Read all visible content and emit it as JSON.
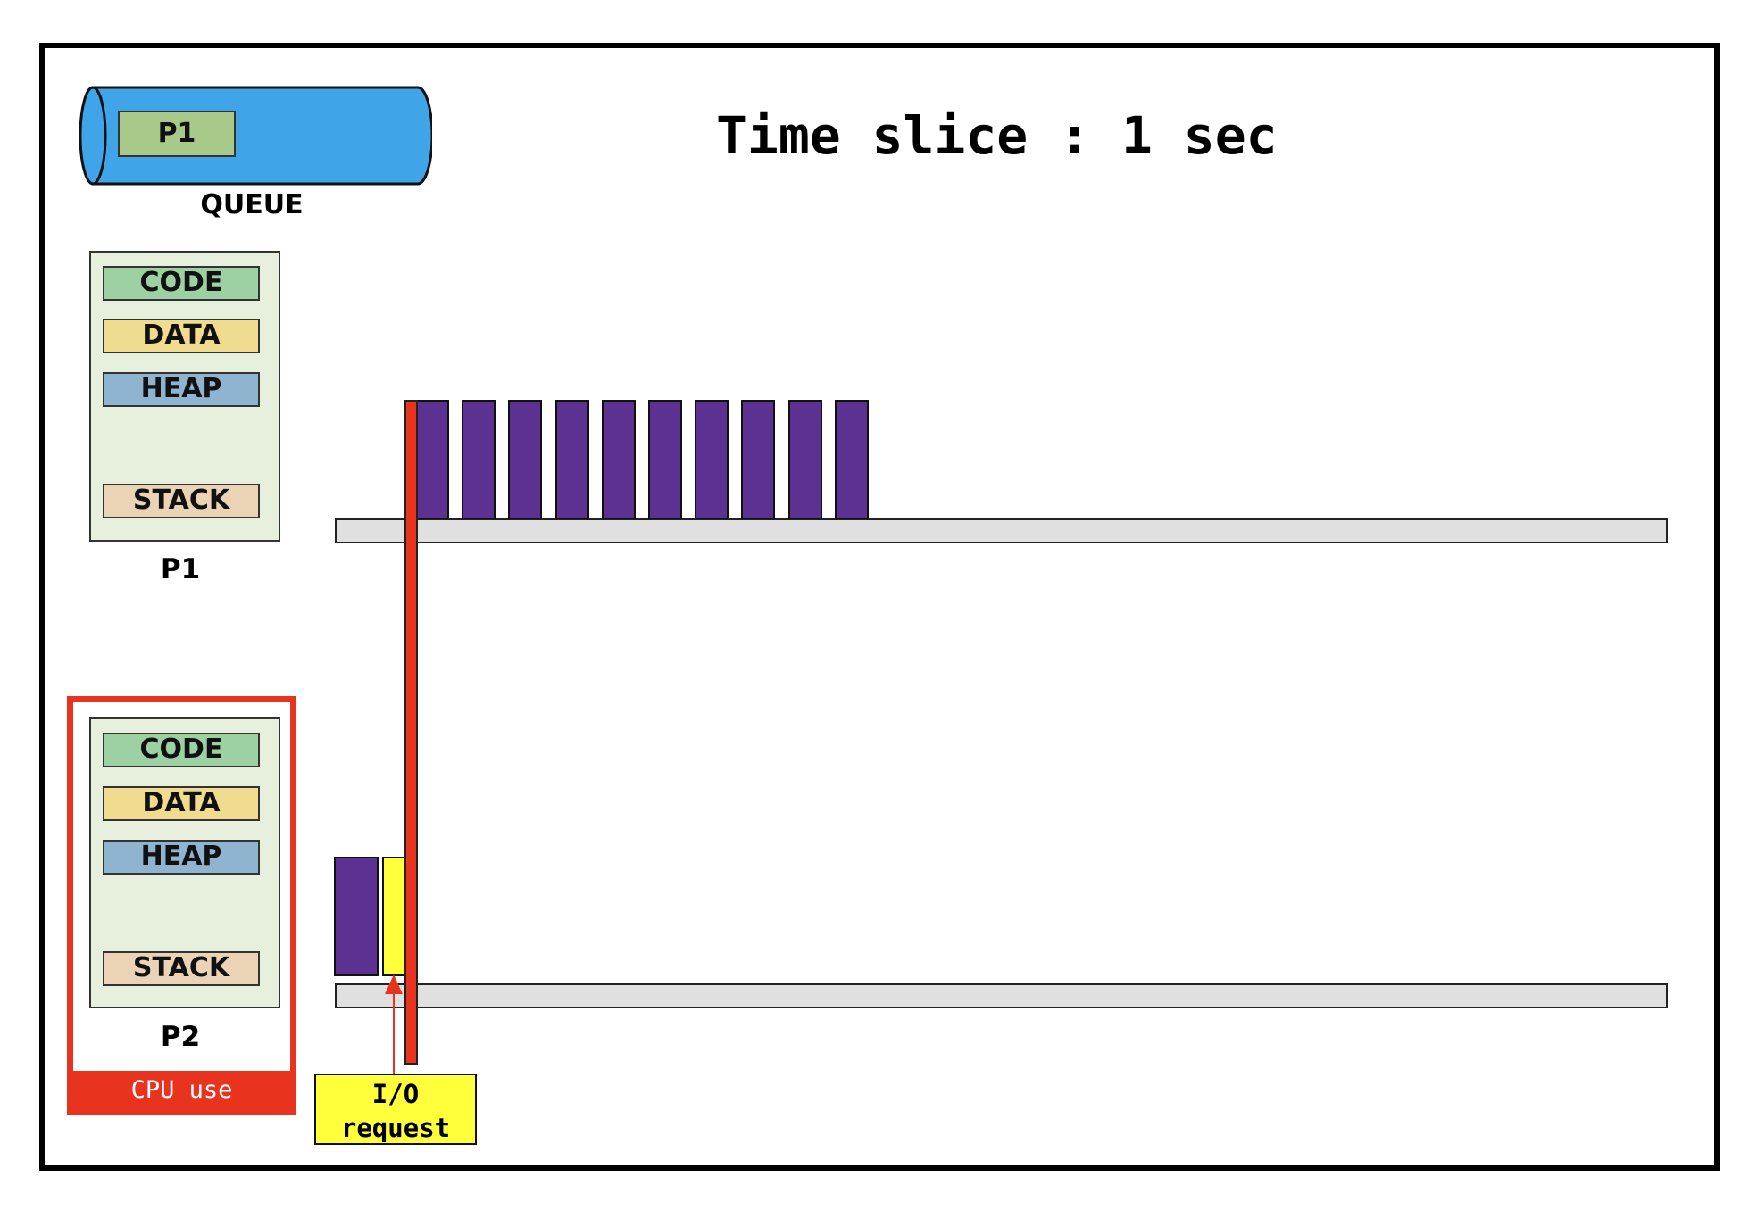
{
  "title": "Time slice : 1 sec",
  "queue": {
    "label": "QUEUE",
    "items": [
      "P1"
    ]
  },
  "processes": [
    {
      "name": "P1",
      "segments": [
        "CODE",
        "DATA",
        "HEAP",
        "STACK"
      ]
    },
    {
      "name": "P2",
      "segments": [
        "CODE",
        "DATA",
        "HEAP",
        "STACK"
      ],
      "cpu_label": "CPU use"
    }
  ],
  "io_callout": {
    "line1": "I/O",
    "line2": "request"
  },
  "timeline": {
    "p1_cpu_blocks": 10,
    "p2_blocks": [
      "cpu",
      "io"
    ]
  },
  "colors": {
    "queue": "#3fa4e8",
    "cpu_burst": "#5d3192",
    "io_burst": "#ffff3b",
    "current_time_marker": "#e8331e",
    "cpu_use_frame": "#e8331e"
  }
}
